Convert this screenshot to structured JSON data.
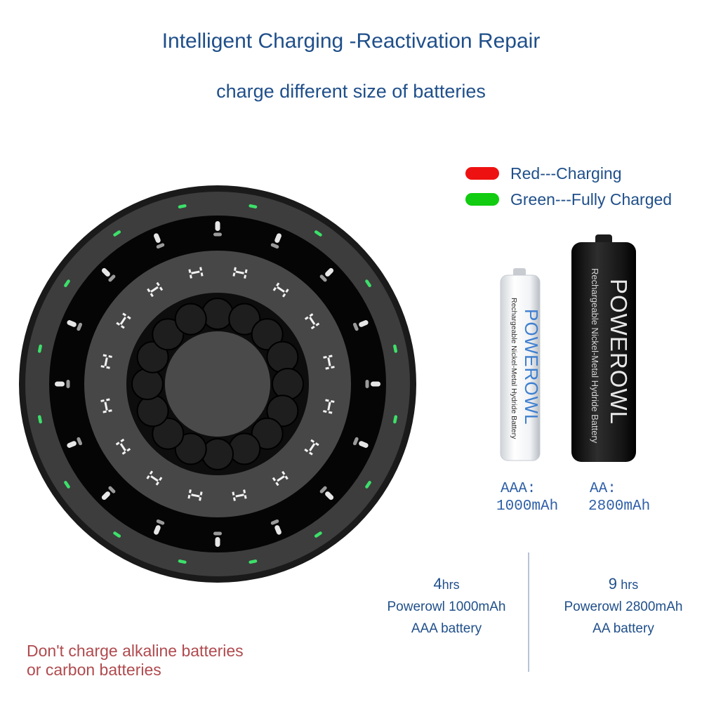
{
  "header": {
    "title": "Intelligent  Charging -Reactivation Repair",
    "subtitle": "charge different size of batteries"
  },
  "legend": {
    "items": [
      {
        "color": "#ee1111",
        "label": "Red---Charging"
      },
      {
        "color": "#11cc11",
        "label": "Green---Fully Charged"
      }
    ]
  },
  "batteries": {
    "aaa": {
      "brand": "POWEROWL",
      "description": "Rechargeable Nickel-Metal Hydride Battery",
      "type_label": "AAA:",
      "capacity": "1000mAh"
    },
    "aa": {
      "brand": "POWEROWL",
      "description": "Rechargeable Nickel-Metal Hydride Battery",
      "type_label": "AA:",
      "capacity": "2800mAh"
    }
  },
  "charge_times": {
    "aaa": {
      "hours": "4",
      "unit": "hrs",
      "line1": "Powerowl 1000mAh",
      "line2": "AAA battery"
    },
    "aa": {
      "hours": "9",
      "unit": "hrs",
      "line1": "Powerowl 2800mAh",
      "line2": "AA battery"
    }
  },
  "warning": {
    "line1": "Don't charge alkaline batteries",
    "line2": "or carbon batteries"
  },
  "charger": {
    "led_color": "#3de06a"
  }
}
